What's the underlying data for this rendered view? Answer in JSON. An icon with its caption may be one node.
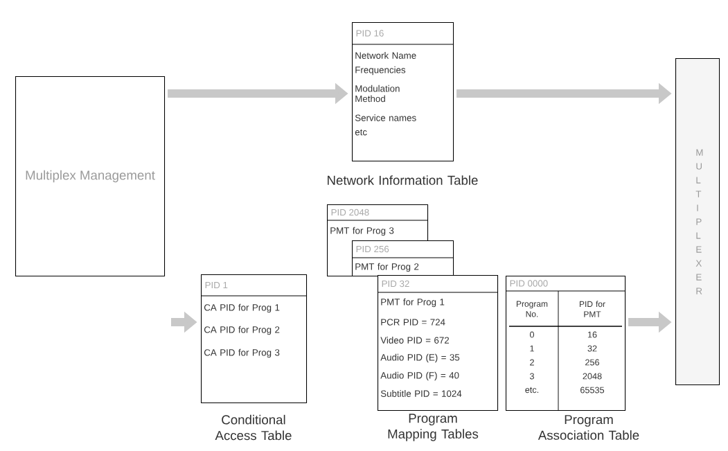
{
  "diagram": {
    "nodes": [
      {
        "text": [
          "Multiplex Management"
        ]
      },
      {
        "text": [
          "PID 16",
          "Network Name",
          "Frequencies",
          "Modulation Method",
          "Service names",
          "etc"
        ],
        "beside": [
          "Network Information Table"
        ]
      },
      {
        "text": [
          "MULTIPLEXER"
        ]
      },
      {
        "text": [
          "PID 1",
          "CA PID for Prog 1",
          "CA PID for Prog 2",
          "CA PID for Prog 3"
        ],
        "beside": [
          "Conditional Access Table"
        ]
      },
      {
        "text": [
          "PID 2048",
          "PMT for Prog 3"
        ]
      },
      {
        "text": [
          "PID 256",
          "PMT for Prog 2"
        ]
      },
      {
        "text": [
          "PID 32",
          "PMT for Prog 1",
          "PCR PID = 724",
          "Video PID = 672",
          "Audio PID (E) = 35",
          "Audio PID (F) = 40",
          "Subtitle PID = 1024"
        ],
        "beside": [
          "Program Mapping Tables"
        ]
      },
      {
        "text": [
          "PID 0000",
          "Program No.",
          "PID for PMT",
          "0",
          "16",
          "1",
          "32",
          "2",
          "256",
          "3",
          "2048",
          "etc.",
          "65535"
        ],
        "beside": [
          "Program Association Table"
        ]
      }
    ],
    "edges": [
      {
        "from": 0,
        "to": 1,
        "arrow": "to"
      },
      {
        "from": 1,
        "to": 2,
        "arrow": "to"
      },
      {
        "from": null,
        "to": 3,
        "arrow": "to"
      },
      {
        "from": 7,
        "to": 2,
        "arrow": "to"
      }
    ]
  }
}
